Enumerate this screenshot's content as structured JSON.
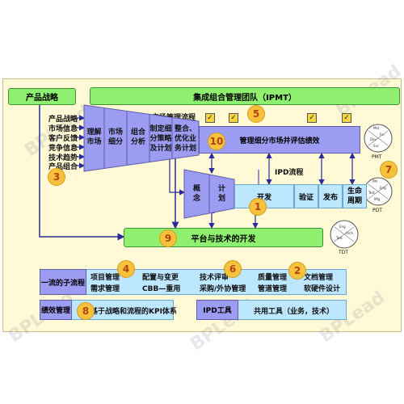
{
  "product_strategy": "产品战略",
  "ipmt": "集成组合管理团队（IPMT）",
  "inputs": [
    "产品战略",
    "市场信息",
    "客户反馈",
    "竞争信息",
    "技术趋势",
    "产品组合"
  ],
  "market_mgmt_label": "市场管理流程",
  "funnel": {
    "stage1": "理解\n市场",
    "stage2": "市场\n细分",
    "stage3": "组合\n分析",
    "stage4": "制定细\n分策略\n及计划",
    "stage5": "整合、\n优化业\n务计划"
  },
  "perf_bar": "管理细分市场并评估绩效",
  "ipd_label": "IPD流程",
  "ipd": {
    "concept": "概\n念",
    "plan": "计\n划",
    "develop": "开发",
    "verify": "验证",
    "release": "发布",
    "lifecycle": "生命\n周期"
  },
  "platform": "平台与技术的开发",
  "team_labels": {
    "pmt": "PMT",
    "pdt": "PDT",
    "tdt": "TDT"
  },
  "subprocess": {
    "label": "一流的子流程",
    "row1": [
      "项目管理",
      "配置与变更",
      "技术评审",
      "质量管理",
      "文档管理"
    ],
    "row2": [
      "需求管理",
      "CBB—重用",
      "采购/外协管理",
      "管道管理",
      "软硬件设计"
    ]
  },
  "performance": {
    "label": "绩效管理",
    "text": "基于战略和流程的KPI体系"
  },
  "tools": {
    "label": "IPD工具",
    "text": "共用工具（业务，技术）"
  },
  "badges": [
    "1",
    "2",
    "3",
    "4",
    "5",
    "6",
    "7",
    "8",
    "9",
    "10"
  ],
  "watermark": "BPLead",
  "colors": {
    "green": "#8fef6e",
    "lavender": "#9c9cf2",
    "light_blue": "#bde6ff",
    "background": "#fff9d6",
    "badge": "#f6c23d"
  }
}
